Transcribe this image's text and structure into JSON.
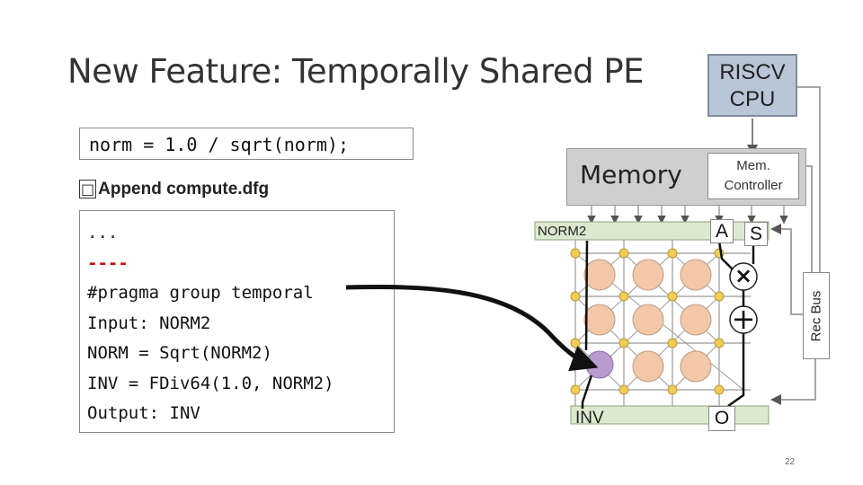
{
  "slide": {
    "title": "New Feature: Temporally Shared PE",
    "page_number": "22"
  },
  "source_code": "norm = 1.0 / sqrt(norm);",
  "append_label": "Append compute.dfg",
  "append_bullet": "□",
  "dfg_code": {
    "lines": [
      "...",
      "----",
      "#pragma group temporal",
      "Input: NORM2",
      "NORM = Sqrt(NORM2)",
      "INV = FDiv64(1.0, NORM2)",
      "Output: INV"
    ]
  },
  "hardware": {
    "cpu_label_line1": "RISCV",
    "cpu_label_line2": "CPU",
    "memory_label": "Memory",
    "mem_controller_line1": "Mem.",
    "mem_controller_line2": "Controller",
    "rec_bus_label": "Rec Bus",
    "input_port_label": "NORM2",
    "output_port_label": "INV",
    "port_a": "A",
    "port_s": "S",
    "port_o": "O",
    "multiply_symbol": "×",
    "add_symbol": "+"
  },
  "colors": {
    "cpu_fill": "#b9c6d8",
    "memory_fill": "#cfcfcf",
    "port_bar_fill": "#dbe9cf",
    "pe_fill": "#f3c8a8",
    "switch_fill": "#f2cc55",
    "shared_pe_fill": "#b89bcf",
    "dash_color": "#cc1111"
  }
}
